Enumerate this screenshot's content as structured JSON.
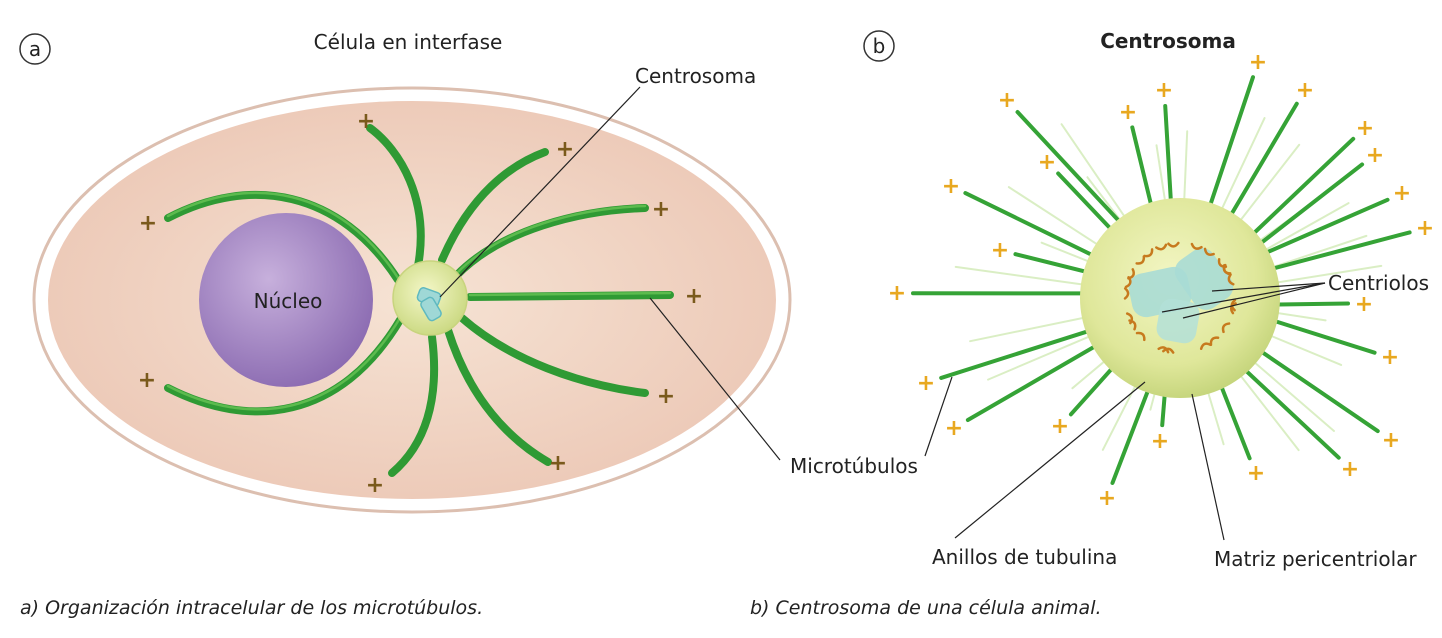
{
  "panel_a": {
    "badge": "a",
    "title": "Célula en interfase",
    "labels": {
      "nucleus": "Núcleo",
      "centrosome": "Centrosoma",
      "microtubules": "Microtúbulos"
    },
    "plus_sign": "+",
    "caption": "a) Organización intracelular de los microtúbulos."
  },
  "panel_b": {
    "badge": "b",
    "title": "Centrosoma",
    "labels": {
      "centrioles": "Centriolos",
      "tubulin_rings": "Anillos de tubulina",
      "pericentriolar_matrix": "Matriz pericentriolar"
    },
    "plus_sign": "+",
    "caption": "b) Centrosoma de una célula animal."
  },
  "colors": {
    "microtubule": "#2f9a34",
    "cell_cytoplasm": "#f4dccb",
    "nucleus": "#a78bc6",
    "centrosome": "#dfe8a0",
    "centriole": "#9fd8d6",
    "plus_a": "#7a5a1c",
    "plus_b": "#e8a820",
    "ring": "#c77a1e"
  }
}
